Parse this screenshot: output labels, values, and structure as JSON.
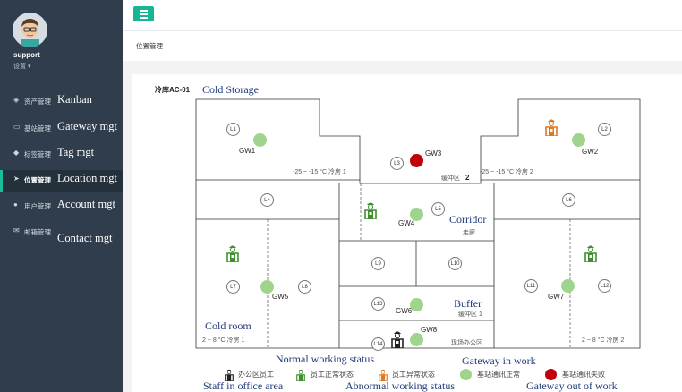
{
  "user": {
    "name": "support",
    "settings_label": "设置 ▾"
  },
  "sidebar": {
    "items": [
      {
        "label": "资产管理",
        "en": "Kanban",
        "icon": "◈"
      },
      {
        "label": "基站管理",
        "en": "Gateway mgt",
        "icon": "▭"
      },
      {
        "label": "标签管理",
        "en": "Tag mgt",
        "icon": "◆"
      },
      {
        "label": "位置管理",
        "en": "Location mgt",
        "icon": "➤"
      },
      {
        "label": "用户管理",
        "en": "Account mgt",
        "icon": "●"
      },
      {
        "label": "邮箱管理",
        "en": "Contact mgt",
        "icon": "✉"
      }
    ]
  },
  "breadcrumb": "位置管理",
  "map": {
    "title": "冷库AC-01",
    "title_en": "Cold Storage",
    "zones": {
      "cold1": "-25 ~ -15 °C 冷房 1",
      "buffer2": "缓冲区",
      "buffer2_num": "2",
      "cold2": "-25 ~ -15 °C 冷房 2",
      "corridor_en": "Corridor",
      "corridor": "走廊",
      "buffer_en": "Buffer",
      "buffer1": "缓冲区 1",
      "office": "现场办公区",
      "coldroom_en": "Cold room",
      "coldroom1": "2 ~ 8 °C 冷房 1",
      "coldroom2": "2 ~ 8 °C 冷房 2"
    },
    "gateways": [
      "GW1",
      "GW2",
      "GW3",
      "GW4",
      "GW5",
      "GW6",
      "GW7",
      "GW8"
    ],
    "locations": [
      "L1",
      "L2",
      "L3",
      "L4",
      "L5",
      "L6",
      "L7",
      "L8",
      "L9",
      "L10",
      "L11",
      "L12",
      "L13",
      "L14"
    ]
  },
  "legend": {
    "staff_office": "办公区员工",
    "staff_normal": "员工正常状态",
    "staff_abnormal": "员工异常状态",
    "gateway_ok": "基站通讯正常",
    "gateway_fail": "基站通讯失败",
    "en_normal": "Normal  working  status",
    "en_gateway_work": "Gateway  in work",
    "en_staff_office": "Staff in office area",
    "en_abnormal": "Abnormal  working  status",
    "en_gateway_out": "Gateway  out of work"
  },
  "colors": {
    "normal": "#3f8f2f",
    "abnormal": "#e0781e",
    "office": "#222222",
    "gateway_ok": "#9ed48c",
    "gateway_fail": "#c0000b",
    "accent": "#1ab394"
  }
}
